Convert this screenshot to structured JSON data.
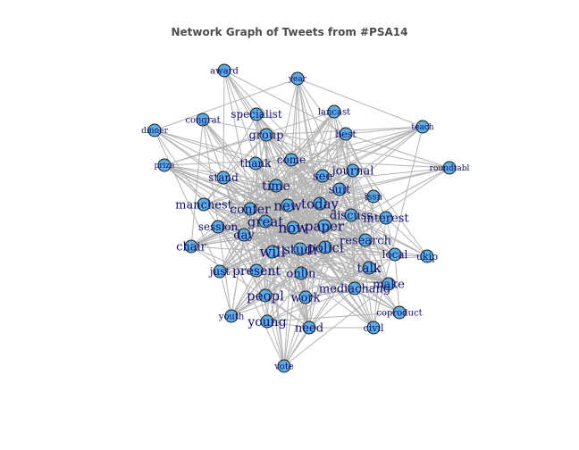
{
  "title": "Network Graph of Tweets from #PSA14",
  "colors": {
    "node_fill": "#5dade2",
    "node_stroke": "#1a1a1a",
    "edge": "#b3b3b3",
    "label": "#10106e",
    "title": "#4d4d4d"
  },
  "nodes": [
    {
      "id": "award",
      "label": "award"
    },
    {
      "id": "year",
      "label": "year"
    },
    {
      "id": "specialist",
      "label": "specialist"
    },
    {
      "id": "lancast",
      "label": "lancast"
    },
    {
      "id": "congrat",
      "label": "congrat"
    },
    {
      "id": "dinner",
      "label": "dinner"
    },
    {
      "id": "teach",
      "label": "teach"
    },
    {
      "id": "group",
      "label": "group"
    },
    {
      "id": "best",
      "label": "best"
    },
    {
      "id": "thank",
      "label": "thank"
    },
    {
      "id": "come",
      "label": "come"
    },
    {
      "id": "prize",
      "label": "prize"
    },
    {
      "id": "roundtabl",
      "label": "roundtabl"
    },
    {
      "id": "journal",
      "label": "journal"
    },
    {
      "id": "stand",
      "label": "stand"
    },
    {
      "id": "see",
      "label": "see"
    },
    {
      "id": "time",
      "label": "time"
    },
    {
      "id": "suit",
      "label": "suit"
    },
    {
      "id": "issn",
      "label": "issn"
    },
    {
      "id": "today",
      "label": "today"
    },
    {
      "id": "manchest",
      "label": "manchest"
    },
    {
      "id": "confer",
      "label": "confer"
    },
    {
      "id": "new",
      "label": "new"
    },
    {
      "id": "discuss",
      "label": "discuss"
    },
    {
      "id": "interest",
      "label": "interest"
    },
    {
      "id": "great",
      "label": "great"
    },
    {
      "id": "paper",
      "label": "paper"
    },
    {
      "id": "session",
      "label": "session"
    },
    {
      "id": "now",
      "label": "now"
    },
    {
      "id": "day",
      "label": "day"
    },
    {
      "id": "chair",
      "label": "chair"
    },
    {
      "id": "research",
      "label": "research"
    },
    {
      "id": "studi",
      "label": "studi"
    },
    {
      "id": "polici",
      "label": "polici"
    },
    {
      "id": "will",
      "label": "will"
    },
    {
      "id": "local",
      "label": "local"
    },
    {
      "id": "ukip",
      "label": "ukip"
    },
    {
      "id": "present",
      "label": "present"
    },
    {
      "id": "just",
      "label": "just"
    },
    {
      "id": "onlin",
      "label": "onlin"
    },
    {
      "id": "talk",
      "label": "talk"
    },
    {
      "id": "make",
      "label": "make"
    },
    {
      "id": "mediachang",
      "label": "mediachang"
    },
    {
      "id": "peopl",
      "label": "peopl"
    },
    {
      "id": "work",
      "label": "work"
    },
    {
      "id": "coproduct",
      "label": "coproduct"
    },
    {
      "id": "young",
      "label": "young"
    },
    {
      "id": "youth",
      "label": "youth"
    },
    {
      "id": "need",
      "label": "need"
    },
    {
      "id": "civil",
      "label": "civil"
    },
    {
      "id": "vote",
      "label": "vote"
    }
  ]
}
